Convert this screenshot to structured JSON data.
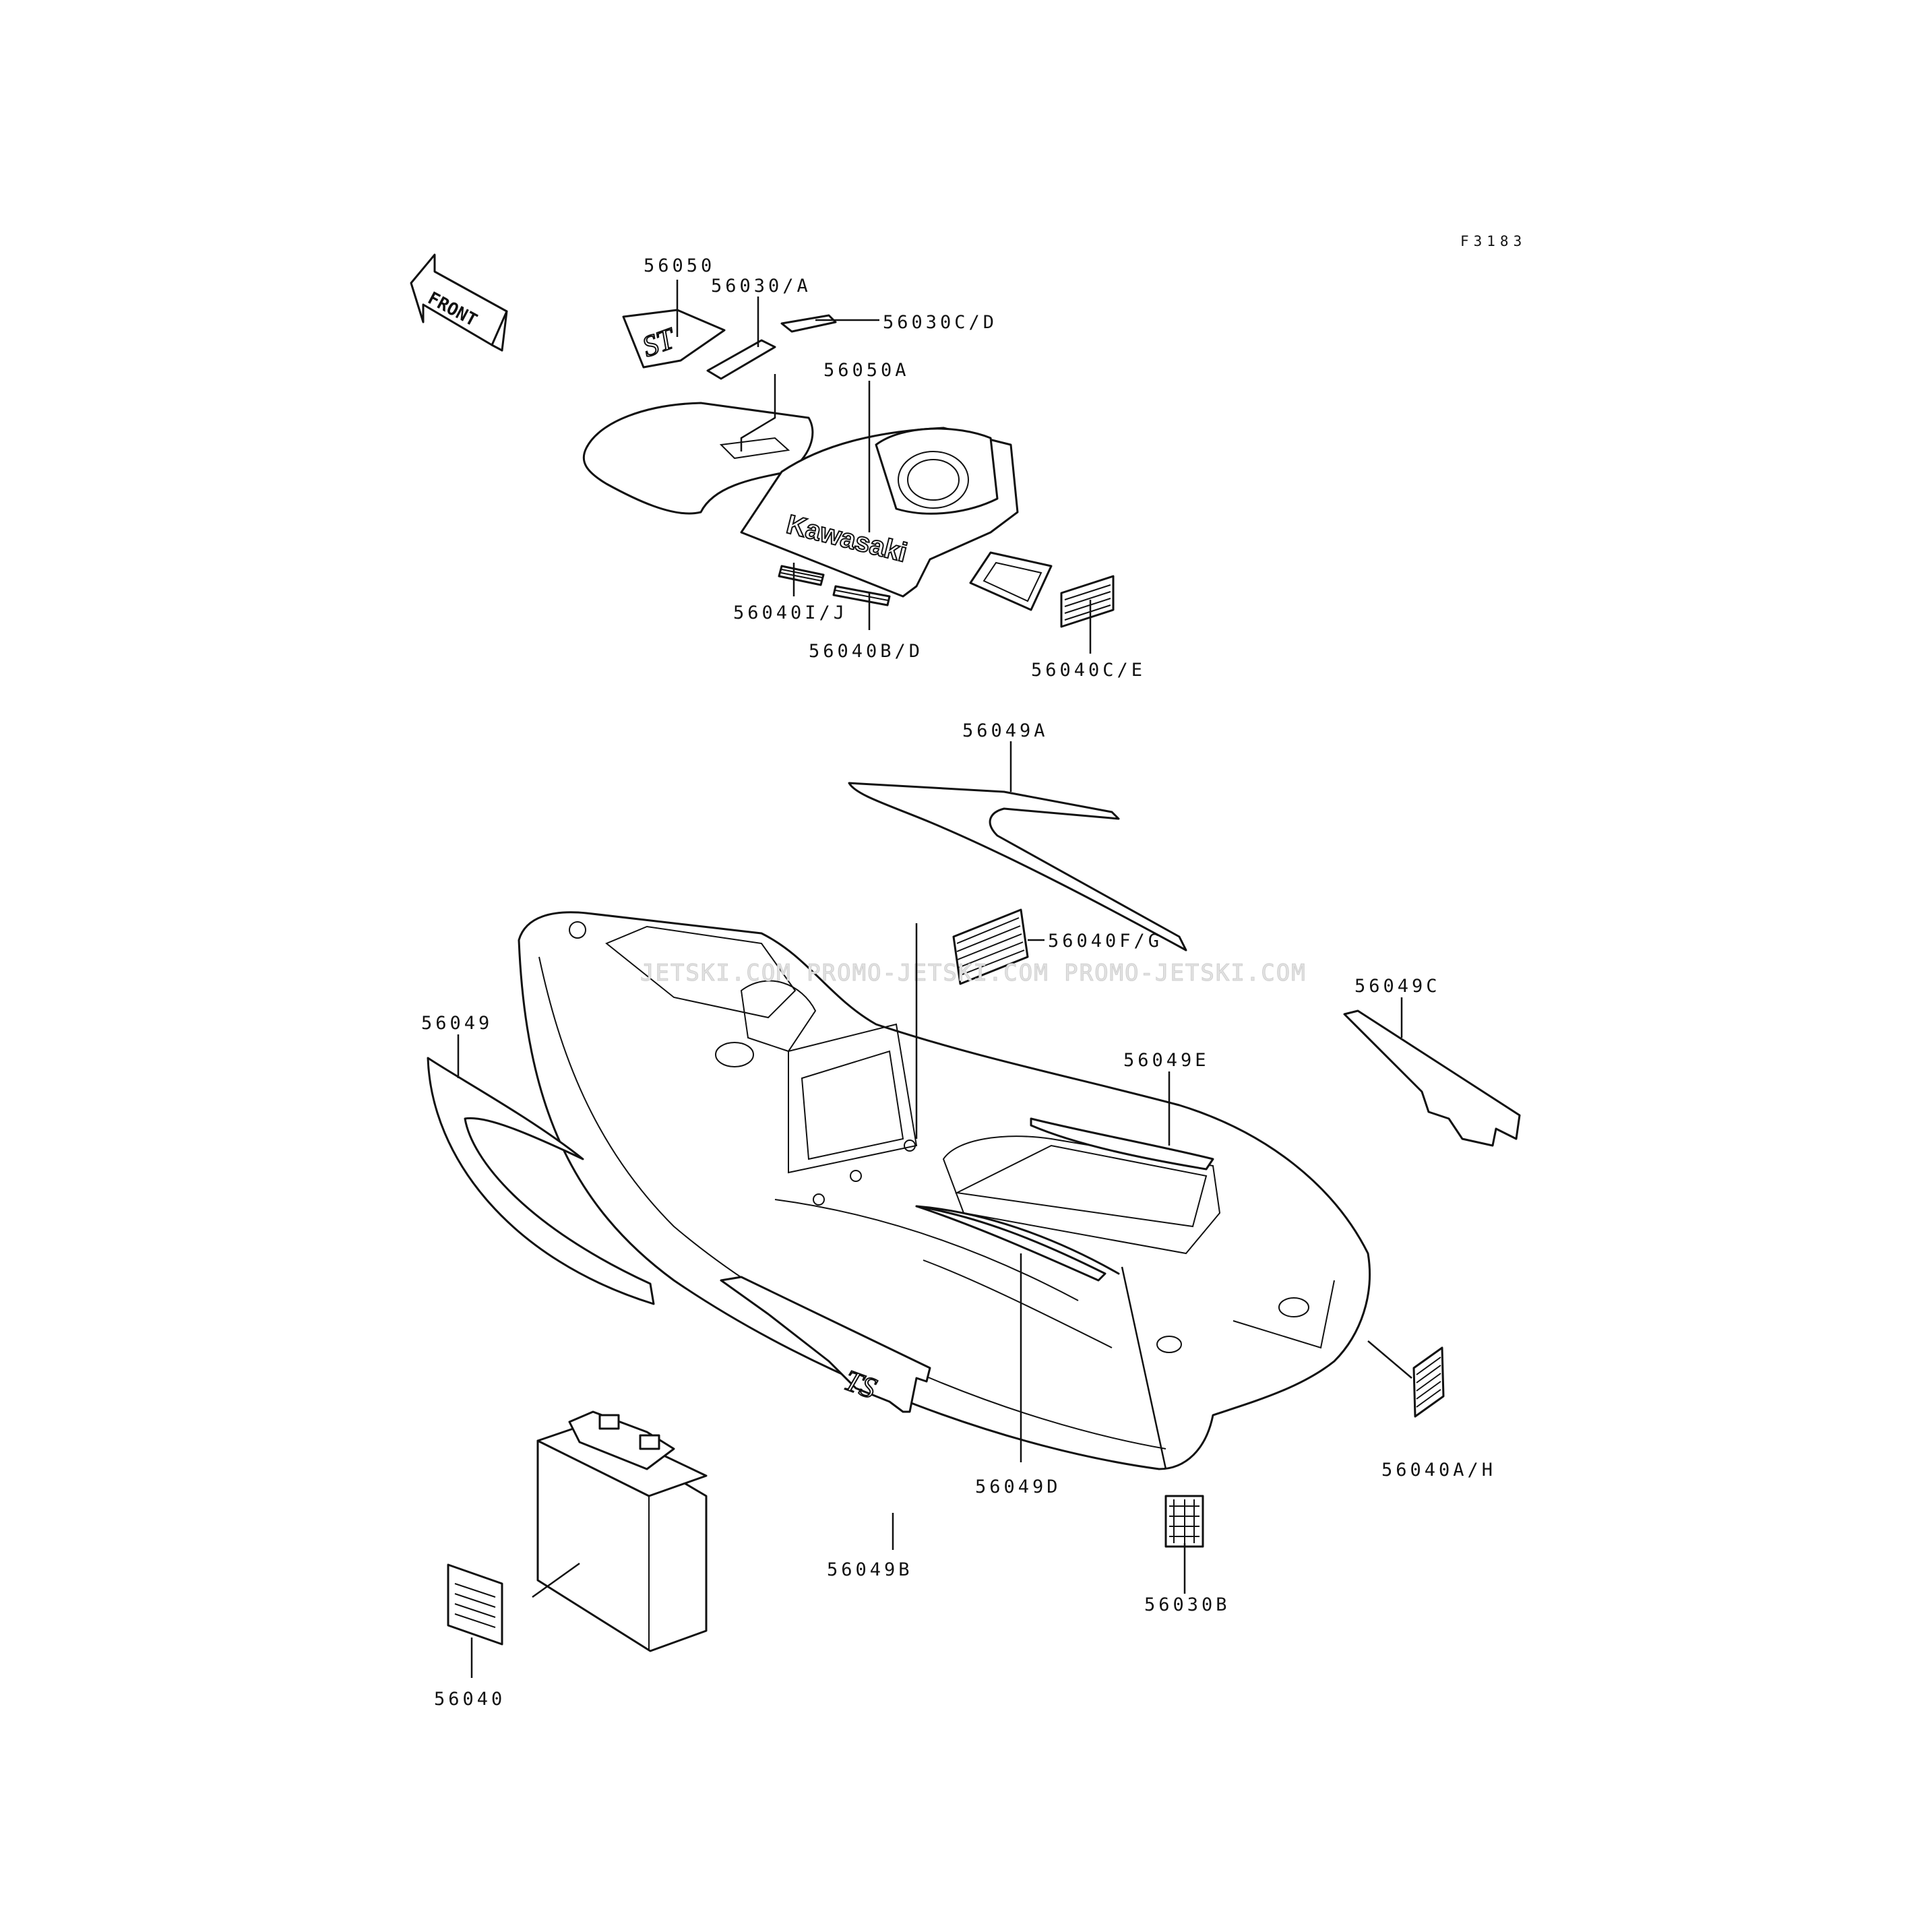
{
  "figure_id": "F3183",
  "front_arrow_text": "FRONT",
  "brand_decal_text": "Kawasaki",
  "model_decal_text": "TS",
  "watermark_text": "JETSKI.COM  PROMO-JETSKI.COM  PROMO-JETSKI.COM",
  "parts": {
    "p56050": "56050",
    "p56030A": "56030/A",
    "p56030CD": "56030C/D",
    "p56050A": "56050A",
    "p56040IJ": "56040I/J",
    "p56040BD": "56040B/D",
    "p56040CE": "56040C/E",
    "p56049A": "56049A",
    "p56040FG": "56040F/G",
    "p56049C": "56049C",
    "p56049": "56049",
    "p56049E": "56049E",
    "p56049D": "56049D",
    "p56040AH": "56040A/H",
    "p56049B": "56049B",
    "p56030B": "56030B",
    "p56040": "56040"
  }
}
